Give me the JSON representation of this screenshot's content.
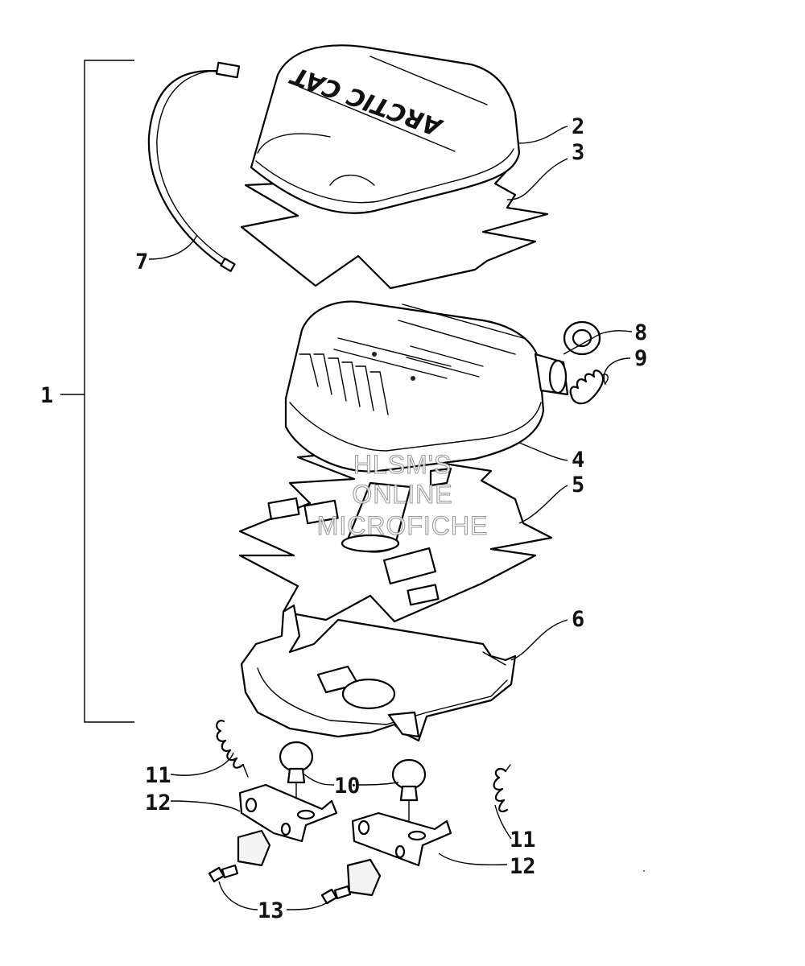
{
  "diagram": {
    "logo_text": "ARCTIC CAT",
    "watermark_lines": [
      "HLSM'S",
      "ONLINE",
      "MICROFICHE"
    ],
    "callouts": {
      "c1": "1",
      "c2": "2",
      "c3": "3",
      "c4": "4",
      "c5": "5",
      "c6": "6",
      "c7": "7",
      "c8": "8",
      "c9": "9",
      "c10": "10",
      "c11a": "11",
      "c11b": "11",
      "c12a": "12",
      "c12b": "12",
      "c13": "13"
    }
  }
}
